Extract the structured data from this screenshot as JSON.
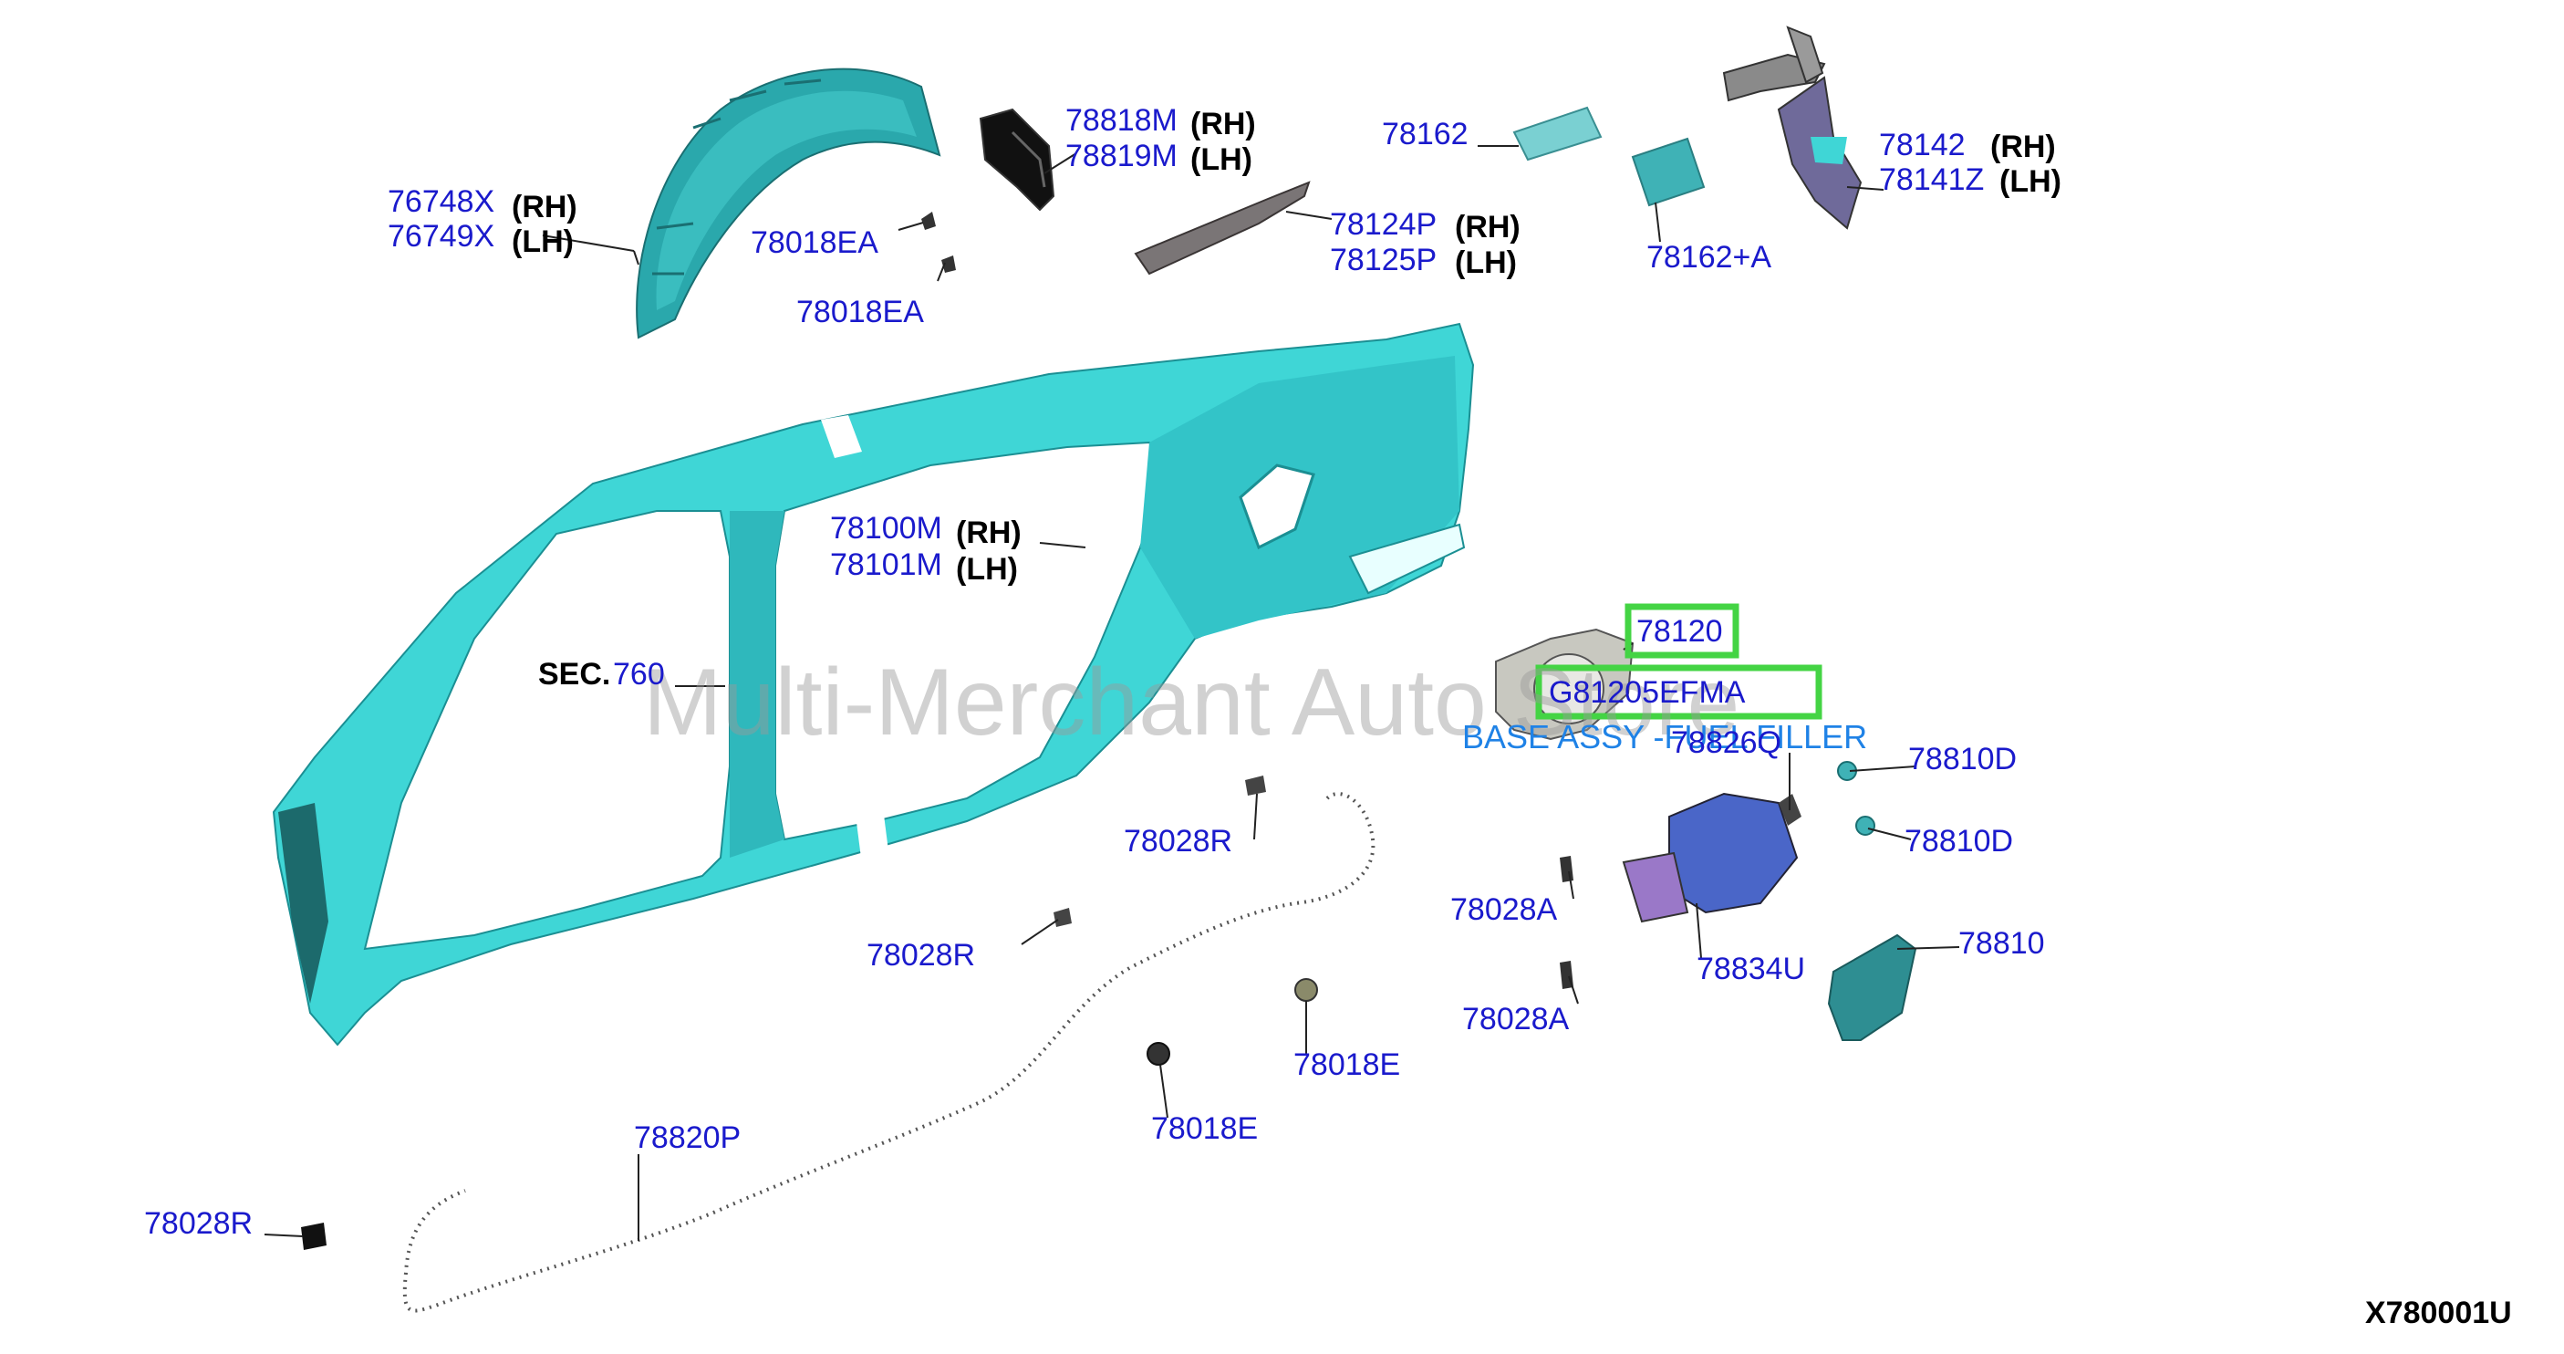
{
  "watermark": "Multi-Merchant Auto Store",
  "diagram_code": "X780001U",
  "selected": {
    "part_number": "G81205EFMA",
    "description": "BASE ASSY -FUEL FILLER",
    "ref": "78120"
  },
  "colors": {
    "panel": "#3fd6d6",
    "panel_dark": "#2aa8ac",
    "part_number_text": "#1a1acc",
    "highlight_box": "#44d444",
    "description_text": "#1f82e6",
    "filler_door": "#4a66c8",
    "lock_actuator": "#9a78c8"
  },
  "labels": {
    "l76748": "76748X",
    "rh1": "(RH)",
    "l76749": "76749X",
    "lh1": "(LH)",
    "l78818": "78818M",
    "rh2": "(RH)",
    "l78819": "78819M",
    "lh2": "(LH)",
    "l78018ea_1": "78018EA",
    "l78018ea_2": "78018EA",
    "l78162": "78162",
    "l78124": "78124P",
    "rh3": "(RH)",
    "l78125": "78125P",
    "lh3": "(LH)",
    "l78142": "78142",
    "rh4": "(RH)",
    "l78141": "78141Z",
    "lh4": "(LH)",
    "l78162a": "78162+A",
    "l78100": "78100M",
    "rh5": "(RH)",
    "l78101": "78101M",
    "lh5": "(LH)",
    "sec_prefix": "SEC.",
    "sec_num": "760",
    "l78120": "78120",
    "l78826": "78826Q",
    "l78810d_1": "78810D",
    "l78810d_2": "78810D",
    "l78028r_1": "78028R",
    "l78028r_2": "78028R",
    "l78028r_3": "78028R",
    "l78028a_1": "78028A",
    "l78028a_2": "78028A",
    "l78834": "78834U",
    "l78810": "78810",
    "l78018e_1": "78018E",
    "l78018e_2": "78018E",
    "l78820": "78820P"
  }
}
